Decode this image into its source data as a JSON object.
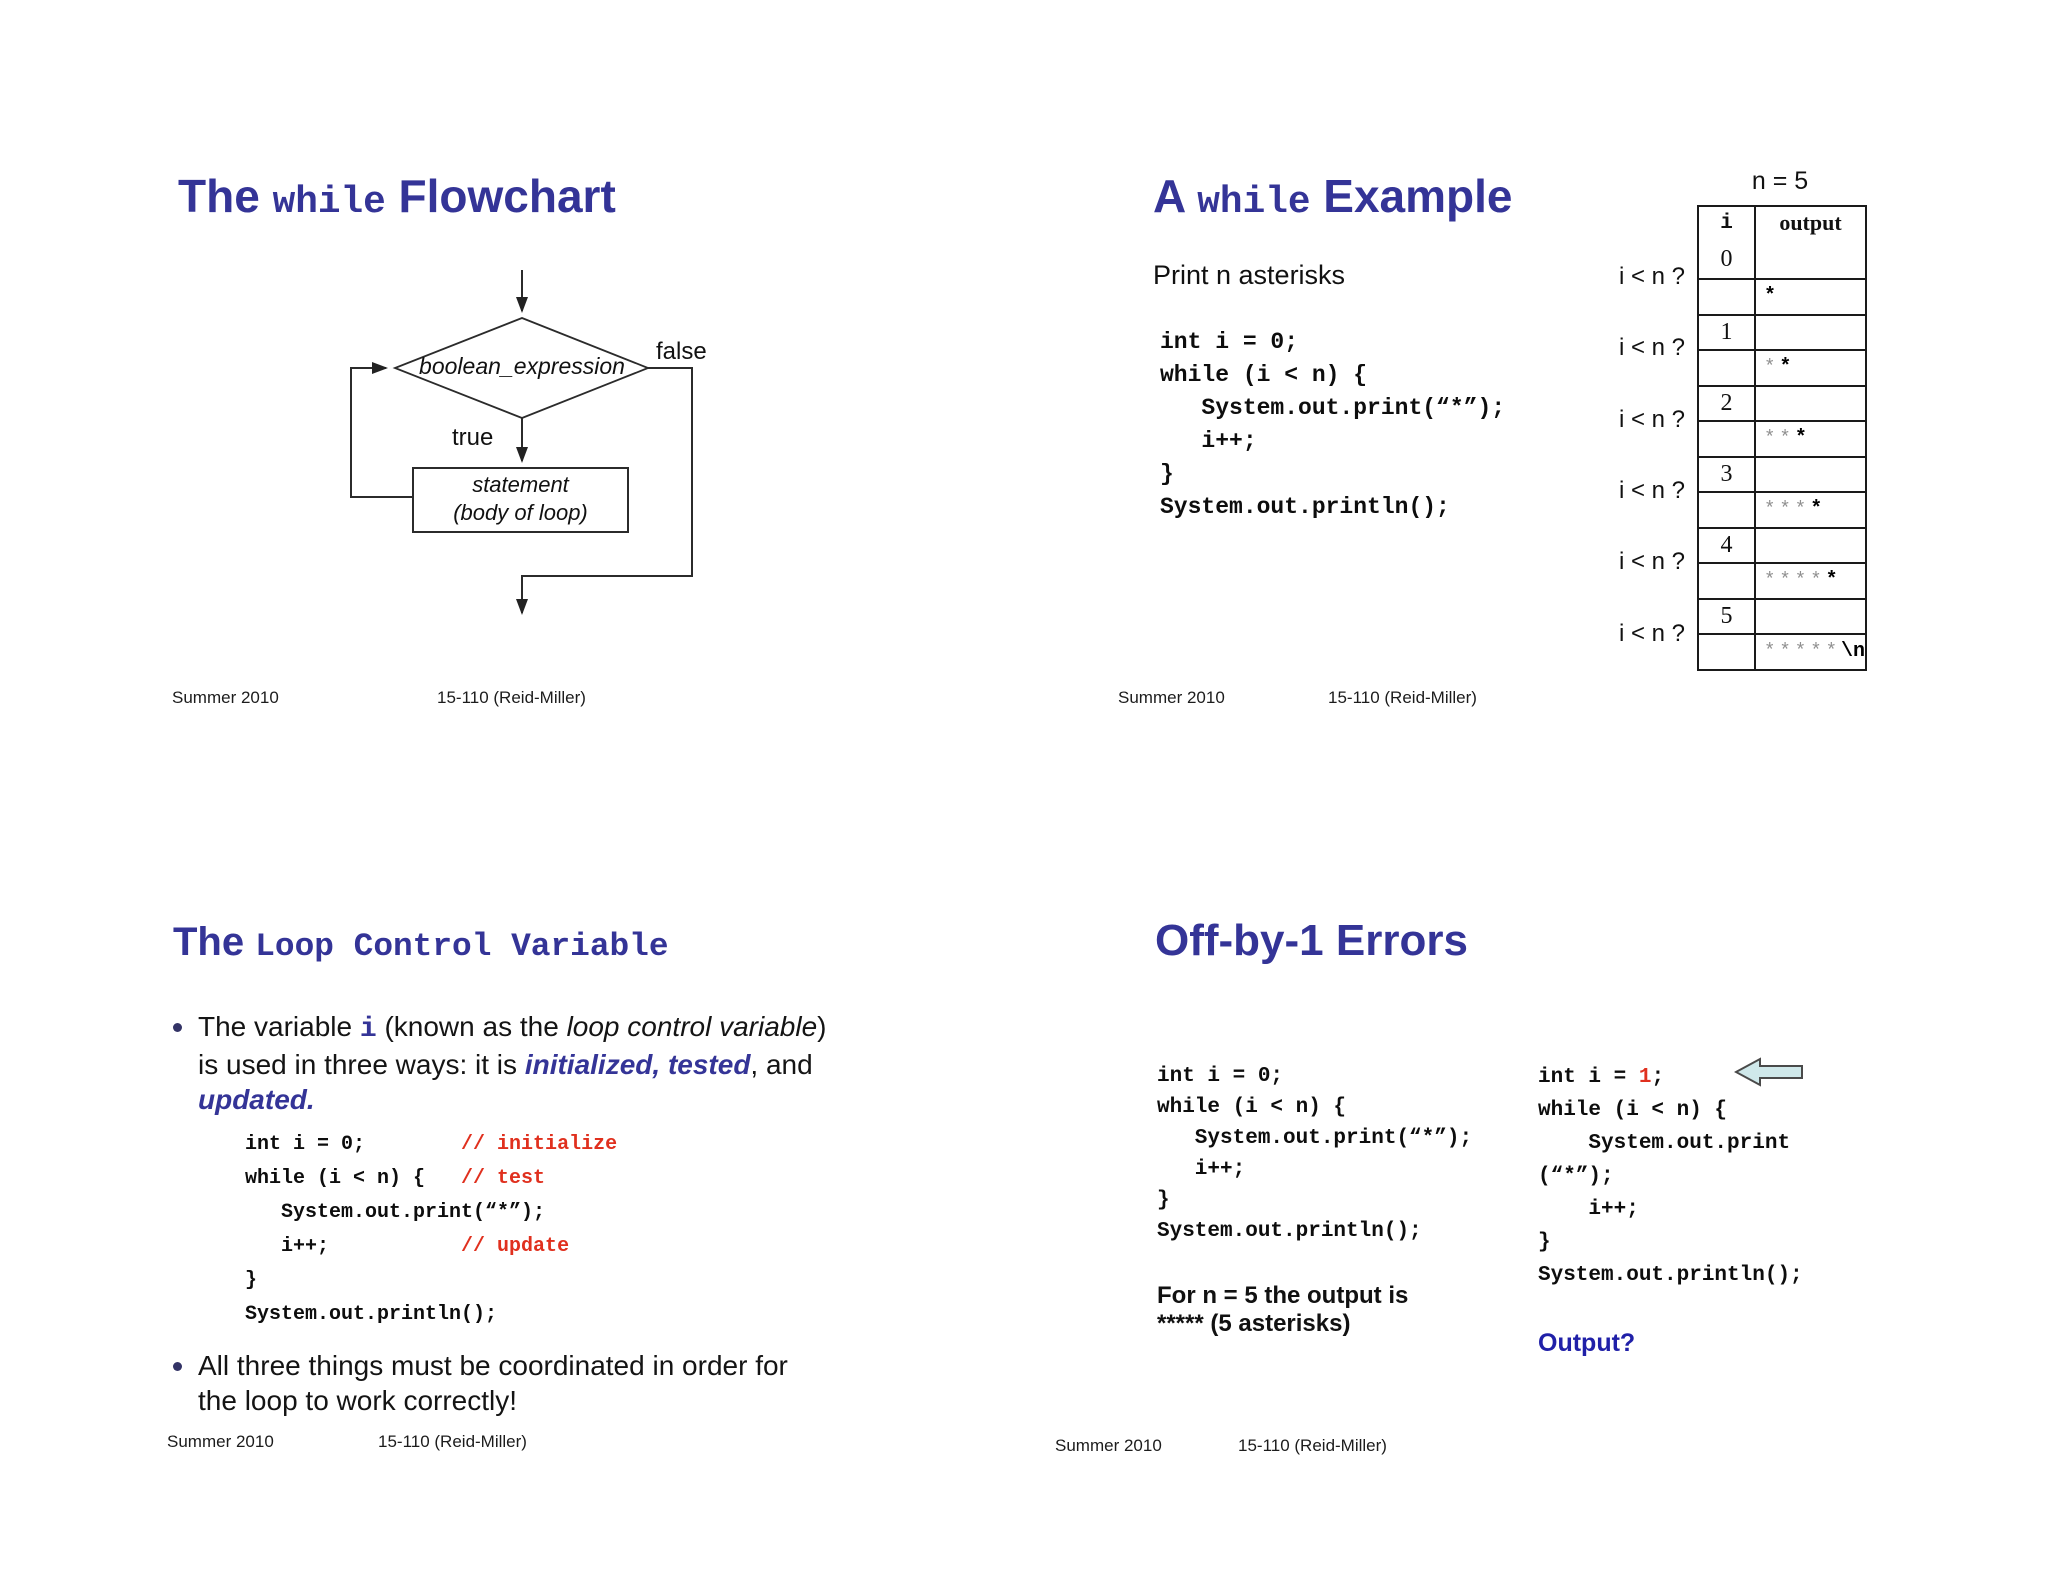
{
  "footer": {
    "left": "Summer 2010",
    "right": "15-110 (Reid-Miller)"
  },
  "flowchart": {
    "title": {
      "pre": "The ",
      "mono": "while",
      "post": " Flowchart"
    },
    "condition": "boolean_expression",
    "true_label": "true",
    "false_label": "false",
    "statement_line1": "statement",
    "statement_line2": "(body of loop)"
  },
  "example": {
    "title": {
      "pre": "A ",
      "mono": "while",
      "post": " Example"
    },
    "caption": "Print n asterisks",
    "code": [
      "int i = 0;",
      "while (i < n) {",
      "   System.out.print(“*”);",
      "   i++;",
      "}",
      "System.out.println();"
    ],
    "trace": {
      "n_label": "n = 5",
      "col_i": "i",
      "col_output": "output",
      "cond_labels": [
        "i < n ?",
        "i < n ?",
        "i < n ?",
        "i < n ?",
        "i < n ?",
        "i < n ?"
      ],
      "rows": [
        {
          "i": "0",
          "gray": "",
          "black": ""
        },
        {
          "i": "",
          "gray": "",
          "black": "*"
        },
        {
          "i": "1",
          "gray": "",
          "black": ""
        },
        {
          "i": "",
          "gray": "*",
          "black": "*"
        },
        {
          "i": "2",
          "gray": "",
          "black": ""
        },
        {
          "i": "",
          "gray": "**",
          "black": "*"
        },
        {
          "i": "3",
          "gray": "",
          "black": ""
        },
        {
          "i": "",
          "gray": "***",
          "black": "*"
        },
        {
          "i": "4",
          "gray": "",
          "black": ""
        },
        {
          "i": "",
          "gray": "****",
          "black": "*"
        },
        {
          "i": "5",
          "gray": "",
          "black": ""
        },
        {
          "i": "",
          "gray": "*****",
          "black": "\\n"
        }
      ]
    }
  },
  "lcv": {
    "title": {
      "pre": "The ",
      "mono": "Loop Control Variable",
      "post": ""
    },
    "bullet1": [
      [
        {
          "t": "The variable ",
          "s": "plain"
        },
        {
          "t": "i",
          "s": "mono-blue"
        },
        {
          "t": " (known as the ",
          "s": "plain"
        },
        {
          "t": "loop control variable",
          "s": "italic"
        },
        {
          "t": ")",
          "s": "plain"
        }
      ],
      [
        {
          "t": "is used in three ways: it is ",
          "s": "plain"
        },
        {
          "t": "initialized,",
          "s": "em"
        },
        {
          "t": " ",
          "s": "plain"
        },
        {
          "t": "tested",
          "s": "em"
        },
        {
          "t": ", and",
          "s": "plain"
        }
      ],
      [
        {
          "t": "updated.",
          "s": "em"
        }
      ]
    ],
    "code": [
      [
        {
          "t": "int i = 0;        ",
          "s": "c"
        },
        {
          "t": "// initialize",
          "s": "r"
        }
      ],
      [
        {
          "t": "while (i < n) {   ",
          "s": "c"
        },
        {
          "t": "// test",
          "s": "r"
        }
      ],
      [
        {
          "t": "   System.out.print(“*”);",
          "s": "c"
        }
      ],
      [
        {
          "t": "   i++;           ",
          "s": "c"
        },
        {
          "t": "// update",
          "s": "r"
        }
      ],
      [
        {
          "t": "}",
          "s": "c"
        }
      ],
      [
        {
          "t": "System.out.println();",
          "s": "c"
        }
      ]
    ],
    "bullet2": [
      "All three things must be coordinated in order for",
      "the loop to work correctly!"
    ]
  },
  "offby1": {
    "title": "Off-by-1 Errors",
    "left_code": [
      "int i = 0;",
      "while (i < n) {",
      "   System.out.print(“*”);",
      "   i++;",
      "}",
      "System.out.println();"
    ],
    "note1": "For n = 5 the output is",
    "note2": "***** (5 asterisks)",
    "right_code": [
      [
        {
          "t": "int i = ",
          "s": "c"
        },
        {
          "t": "1",
          "s": "r"
        },
        {
          "t": ";",
          "s": "c"
        }
      ],
      [
        {
          "t": "while (i < n) {",
          "s": "c"
        }
      ],
      [
        {
          "t": "    System.out.print",
          "s": "c"
        }
      ],
      [
        {
          "t": "(“*”);",
          "s": "c"
        }
      ],
      [
        {
          "t": "    i++;",
          "s": "c"
        }
      ],
      [
        {
          "t": "}",
          "s": "c"
        }
      ],
      [
        {
          "t": "System.out.println();",
          "s": "c"
        }
      ]
    ],
    "output_label": "Output?",
    "arrow_icon": "left-block-arrow"
  }
}
